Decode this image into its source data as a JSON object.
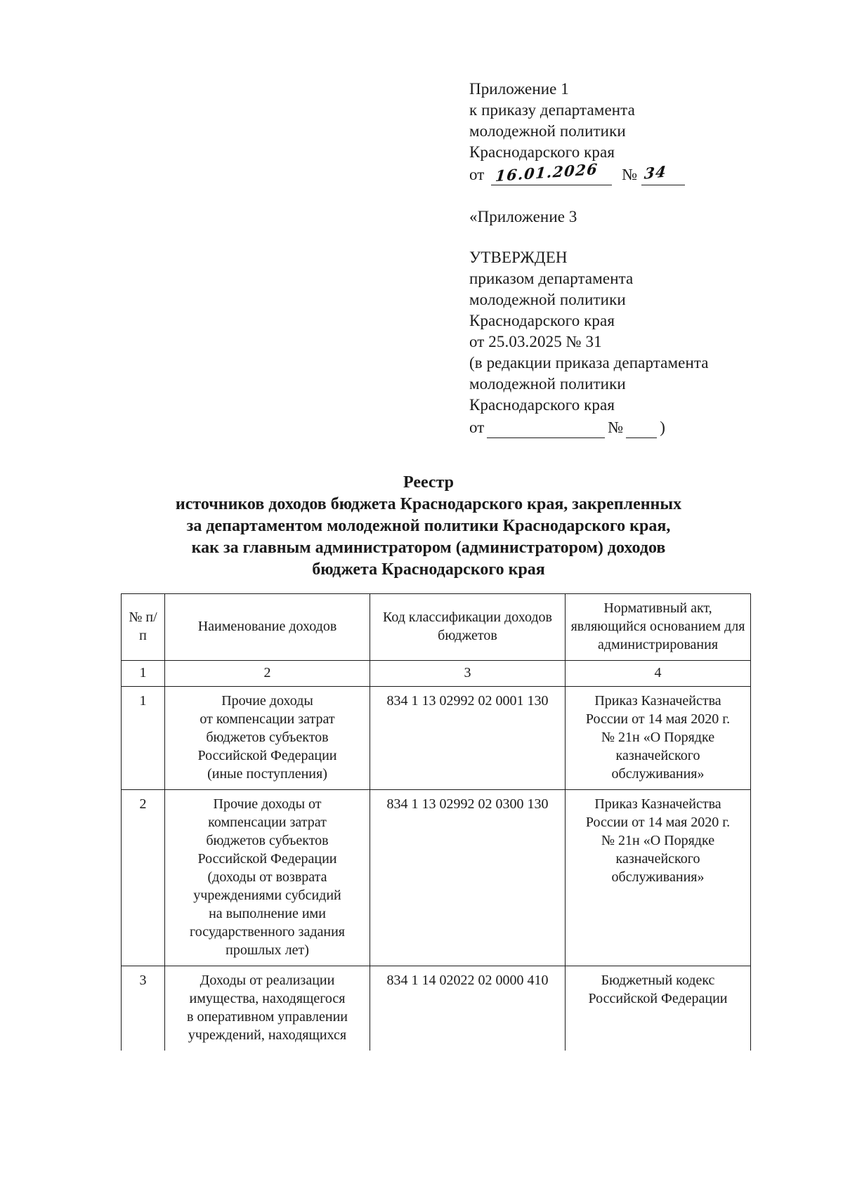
{
  "header": {
    "appendix_block": {
      "lines": [
        "Приложение 1",
        "к приказу департамента",
        "молодежной политики",
        "Краснодарского края"
      ],
      "date_label": "от",
      "date_handwritten": "16.01.2026",
      "number_symbol": "№",
      "number_handwritten": "34"
    },
    "appendix_quote": "«Приложение 3",
    "approved_block": {
      "approved_word": "УТВЕРЖДЕН",
      "lines": [
        "приказом департамента",
        "молодежной политики",
        "Краснодарского края",
        "от 25.03.2025 № 31",
        "(в редакции приказа департамента",
        "молодежной политики",
        "Краснодарского края"
      ],
      "blank_date_label": "от",
      "blank_number_symbol": "№",
      "closing_paren": ")"
    }
  },
  "title": {
    "lines": [
      "Реестр",
      "источников доходов бюджета Краснодарского края, закрепленных",
      "за департаментом молодежной политики Краснодарского края,",
      "как за главным администратором (администратором) доходов",
      "бюджета Краснодарского края"
    ]
  },
  "table": {
    "headers": {
      "col1": "№\nп/п",
      "col1_line1": "№",
      "col1_line2": "п/п",
      "col2": "Наименование доходов",
      "col3_line1": "Код классификации",
      "col3_line2": "доходов бюджетов",
      "col4_line1": "Нормативный акт,",
      "col4_line2": "являющийся основанием",
      "col4_line3": "для администрирования"
    },
    "number_row": [
      "1",
      "2",
      "3",
      "4"
    ],
    "rows": [
      {
        "idx": "1",
        "name_lines": [
          "Прочие доходы",
          "от компенсации затрат",
          "бюджетов субъектов",
          "Российской Федерации",
          "(иные поступления)"
        ],
        "code": "834 1 13 02992 02 0001 130",
        "act_lines": [
          "Приказ Казначейства",
          "России от 14 мая 2020 г.",
          "№ 21н «О Порядке",
          "казначейского",
          "обслуживания»"
        ]
      },
      {
        "idx": "2",
        "name_lines": [
          "Прочие доходы от",
          "компенсации затрат",
          "бюджетов субъектов",
          "Российской Федерации",
          "(доходы от возврата",
          "учреждениями субсидий",
          "на выполнение ими",
          "государственного задания",
          "прошлых лет)"
        ],
        "code": "834 1 13 02992 02 0300 130",
        "act_lines": [
          "Приказ Казначейства",
          "России от 14 мая 2020 г.",
          "№ 21н «О Порядке",
          "казначейского",
          "обслуживания»"
        ]
      },
      {
        "idx": "3",
        "name_lines": [
          "Доходы от реализации",
          "имущества, находящегося",
          "в оперативном управлении",
          "учреждений, находящихся"
        ],
        "code": "834 1 14 02022 02 0000 410",
        "act_lines": [
          "Бюджетный кодекс",
          "Российской Федерации"
        ]
      }
    ]
  }
}
